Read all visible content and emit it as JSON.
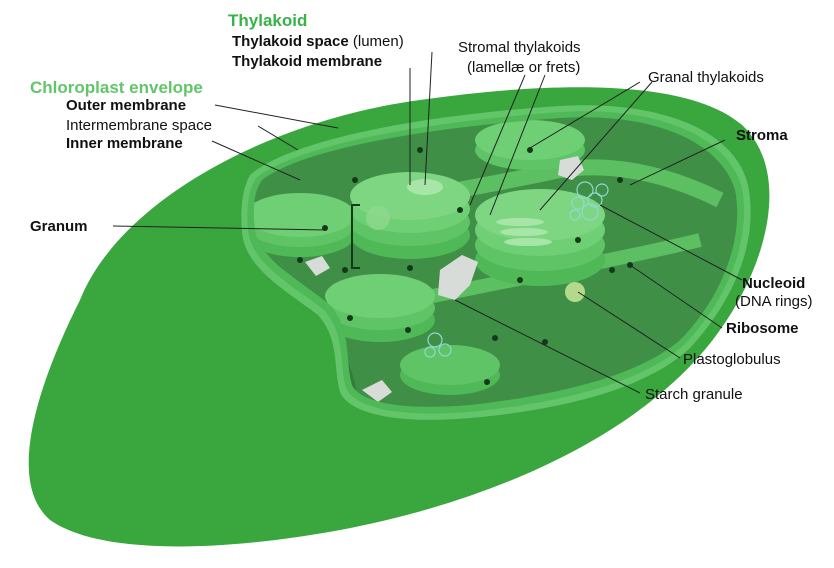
{
  "colors": {
    "envelope_outer": "#3aa63e",
    "envelope_edge": "#62c56a",
    "stroma": "#3f8f46",
    "stroma_dark": "#2e6b34",
    "thylakoid": "#4fb957",
    "thylakoid_light": "#7ed682",
    "heading_green": "#37b34a",
    "starch": "#d8dcd8",
    "dot": "#14391a"
  },
  "labels": {
    "thylakoid": "Thylakoid",
    "thylakoid_space": "Thylakoid space",
    "thylakoid_space_note": " (lumen)",
    "thylakoid_membrane": "Thylakoid membrane",
    "stromal_thylakoids": "Stromal thylakoids",
    "stromal_thylakoids_note": "(lamellæ or frets)",
    "granal_thylakoids": "Granal thylakoids",
    "chloroplast_envelope": "Chloroplast envelope",
    "outer_membrane": "Outer membrane",
    "intermembrane_space": "Intermembrane space",
    "inner_membrane": "Inner membrane",
    "stroma": "Stroma",
    "granum": "Granum",
    "nucleoid": "Nucleoid",
    "nucleoid_note": "(DNA rings)",
    "ribosome": "Ribosome",
    "plastoglobulus": "Plastoglobulus",
    "starch_granule": "Starch granule"
  }
}
